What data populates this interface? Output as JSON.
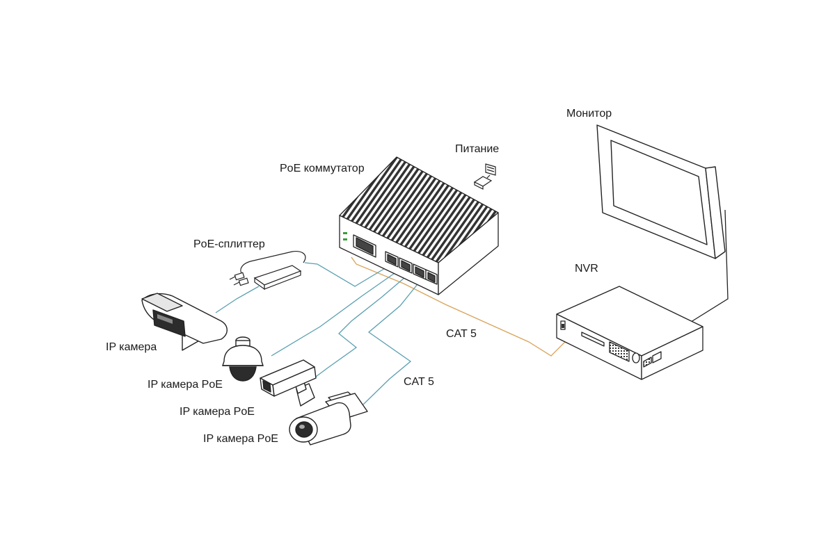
{
  "labels": {
    "monitor": "Монитор",
    "power": "Питание",
    "poe_switch": "PoE коммутатор",
    "poe_splitter": "PoE-сплиттер",
    "nvr": "NVR",
    "cat5_upper": "CAT 5",
    "cat5_lower": "CAT 5",
    "ip_camera": "IP камера",
    "ip_camera_poe_1": "IP камера PoE",
    "ip_camera_poe_2": "IP камера PoE",
    "ip_camera_poe_3": "IP камера PoE"
  },
  "colors": {
    "outline": "#222222",
    "cable_blue": "#5a9fb0",
    "cable_orange": "#d9a35a",
    "fin": "#333333",
    "panel_gray": "#e6e6e6",
    "lens_dark": "#2c2c2c"
  }
}
